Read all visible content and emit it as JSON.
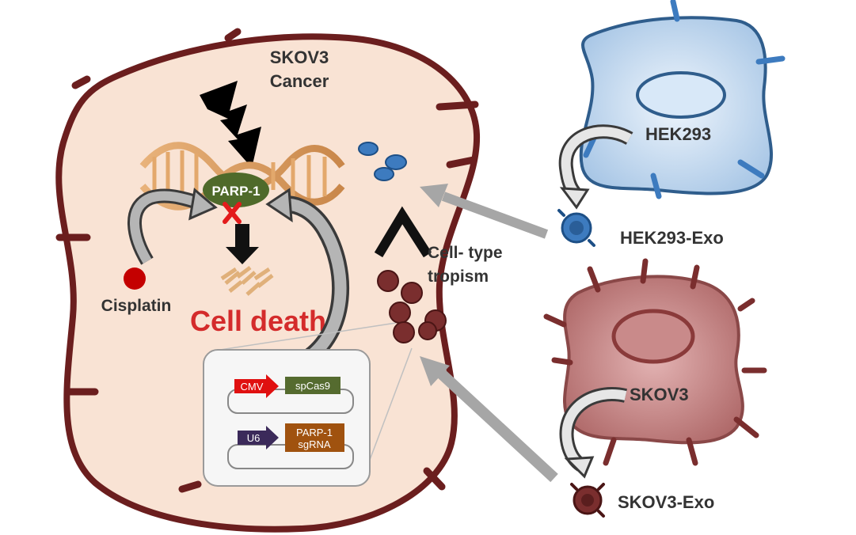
{
  "colors": {
    "cancer_cell_fill": "#f9e3d4",
    "cancer_cell_border": "#6b1e1e",
    "hek_cell_fill": "#d6e6f7",
    "hek_cell_border": "#2f5d8c",
    "skov_cell_fill": "#c98a8a",
    "exosome_blue": "#3d7bbf",
    "exosome_red": "#7a2e2e",
    "parp_fill": "#4f6a2a",
    "cell_death_text": "#d42b2b",
    "cisplatin_dot": "#c40000",
    "arrow_gray": "#9a9a9a",
    "cmv_box": "#e01010",
    "spcas9_box": "#556b2f",
    "u6_box": "#3b2a5a",
    "sgrna_box": "#a0520f"
  },
  "labels": {
    "cancer_cell_line1": "SKOV3",
    "cancer_cell_line2": "Cancer",
    "parp": "PARP-1",
    "cisplatin": "Cisplatin",
    "cell_death": "Cell death",
    "tropism_line1": "Cell- type",
    "tropism_line2": "tropism",
    "hek_cell": "HEK293",
    "hek_exo": "HEK293-Exo",
    "skov_cell": "SKOV3",
    "skov_exo": "SKOV3-Exo"
  },
  "plasmid": {
    "promoter1": "CMV",
    "gene1": "spCas9",
    "promoter2": "U6",
    "gene2_line1": "PARP-1",
    "gene2_line2": "sgRNA"
  },
  "icons": {
    "lightning": "lightning-bolt-icon",
    "dna": "dna-helix-icon",
    "inhibit": "x-mark-icon",
    "down_arrow": "down-arrow-icon",
    "fragmented_dna": "fragmented-dna-icon",
    "comparison": "greater-than-icon"
  }
}
